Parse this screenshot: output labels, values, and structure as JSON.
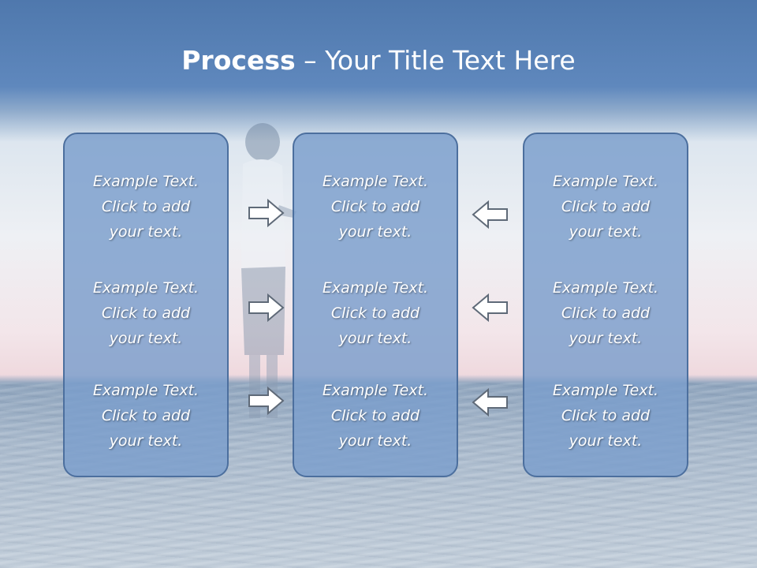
{
  "title": {
    "bold": "Process",
    "rest": " – Your Title Text Here"
  },
  "panels": [
    {
      "items": [
        {
          "l1": "Example Text.",
          "l2": "Click  to add",
          "l3": "your text."
        },
        {
          "l1": "Example Text.",
          "l2": "Click  to add",
          "l3": "your text."
        },
        {
          "l1": "Example Text.",
          "l2": "Click  to add",
          "l3": "your text."
        }
      ]
    },
    {
      "items": [
        {
          "l1": "Example Text.",
          "l2": "Click  to add",
          "l3": "your text."
        },
        {
          "l1": "Example Text.",
          "l2": "Click  to add",
          "l3": "your text."
        },
        {
          "l1": "Example Text.",
          "l2": "Click  to add",
          "l3": "your text."
        }
      ]
    },
    {
      "items": [
        {
          "l1": "Example Text.",
          "l2": "Click  to add",
          "l3": "your text."
        },
        {
          "l1": "Example Text.",
          "l2": "Click  to add",
          "l3": "your text."
        },
        {
          "l1": "Example Text.",
          "l2": "Click  to add",
          "l3": "your text."
        }
      ]
    }
  ],
  "arrows": {
    "left_column": [
      "arrow-right-icon",
      "arrow-right-icon",
      "arrow-right-icon"
    ],
    "right_column": [
      "arrow-left-icon",
      "arrow-left-icon",
      "arrow-left-icon"
    ]
  },
  "colors": {
    "panel_fill": "#7a9dcc",
    "panel_border": "#4c6f9e",
    "title_text": "#ffffff",
    "sky_top": "#4f78ad"
  }
}
